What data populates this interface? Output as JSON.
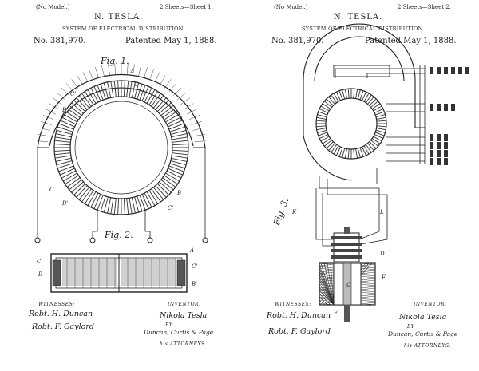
{
  "sheet1": {
    "no_model": "(No Model.)",
    "sheets": "2 Sheets—Sheet 1.",
    "inventor": "N. TESLA.",
    "title": "SYSTEM OF ELECTRICAL DISTRIBUTION.",
    "patent_no": "No. 381,970.",
    "patented": "Patented May 1, 1888.",
    "fig1": "Fig. 1.",
    "fig2": "Fig. 2.",
    "witnesses_caption": "WITNESSES:",
    "inventor_caption": "INVENTOR.",
    "witness_1": "Robt. H. Duncan",
    "witness_2": "Robt. F. Gaylord",
    "inventor_signature": "Nikola Tesla",
    "by": "BY",
    "attorney_signature": "Duncan, Curtis & Page",
    "attorneys": "his ATTORNEYS."
  },
  "sheet2": {
    "no_model": "(No Model.)",
    "sheets": "2 Sheets—Sheet 2.",
    "inventor": "N. TESLA.",
    "title": "SYSTEM OF ELECTRICAL DISTRIBUTION.",
    "patent_no": "No. 381,970.",
    "patented": "Patented May 1, 1888.",
    "fig3": "Fig. 3.",
    "witnesses_caption": "WITNESSES:",
    "inventor_caption": "INVENTOR.",
    "witness_1": "Robt. H. Duncan",
    "witness_2": "Robt. F. Gaylord",
    "inventor_signature": "Nikola Tesla",
    "by": "BY",
    "attorney_signature": "Duncan, Curtis & Page",
    "attorneys": "his ATTORNEYS."
  },
  "labels": {
    "A": "A",
    "B": "B",
    "C": "C",
    "Cp": "C'",
    "Bp": "B'",
    "D": "D",
    "E": "E",
    "F": "F",
    "G": "G",
    "K": "K",
    "L": "L",
    "a": "a"
  },
  "colors": {
    "ink": "#222222",
    "paper": "#ffffff"
  }
}
